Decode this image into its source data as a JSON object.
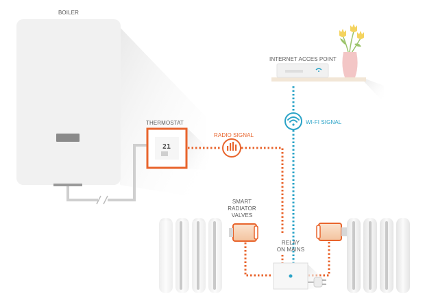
{
  "labels": {
    "boiler": "BOILER",
    "thermostat": "THERMOSTAT",
    "radio_signal": "RADIO SIGNAL",
    "internet_access_point": "INTERNET ACCES POINT",
    "wifi_signal": "WI-FI SIGNAL",
    "smart_radiator_valves": [
      "SMART",
      "RADIATOR",
      "VALVES"
    ],
    "relay_on_mains": [
      "RELAY",
      "ON MAINS"
    ]
  },
  "thermostat_display": "21",
  "colors": {
    "radio": "#e8642c",
    "wifi": "#2aa3c7",
    "device": "#f1f1f1",
    "pipe": "#cfcfcf",
    "shelf": "#f2e6d6",
    "vase": "#f3c6c6",
    "flower": "#f4d35e",
    "leaf": "#9cc46b"
  },
  "icons": {
    "radio": "radio-signal-icon",
    "wifi": "wifi-icon",
    "plug": "power-plug-icon"
  }
}
